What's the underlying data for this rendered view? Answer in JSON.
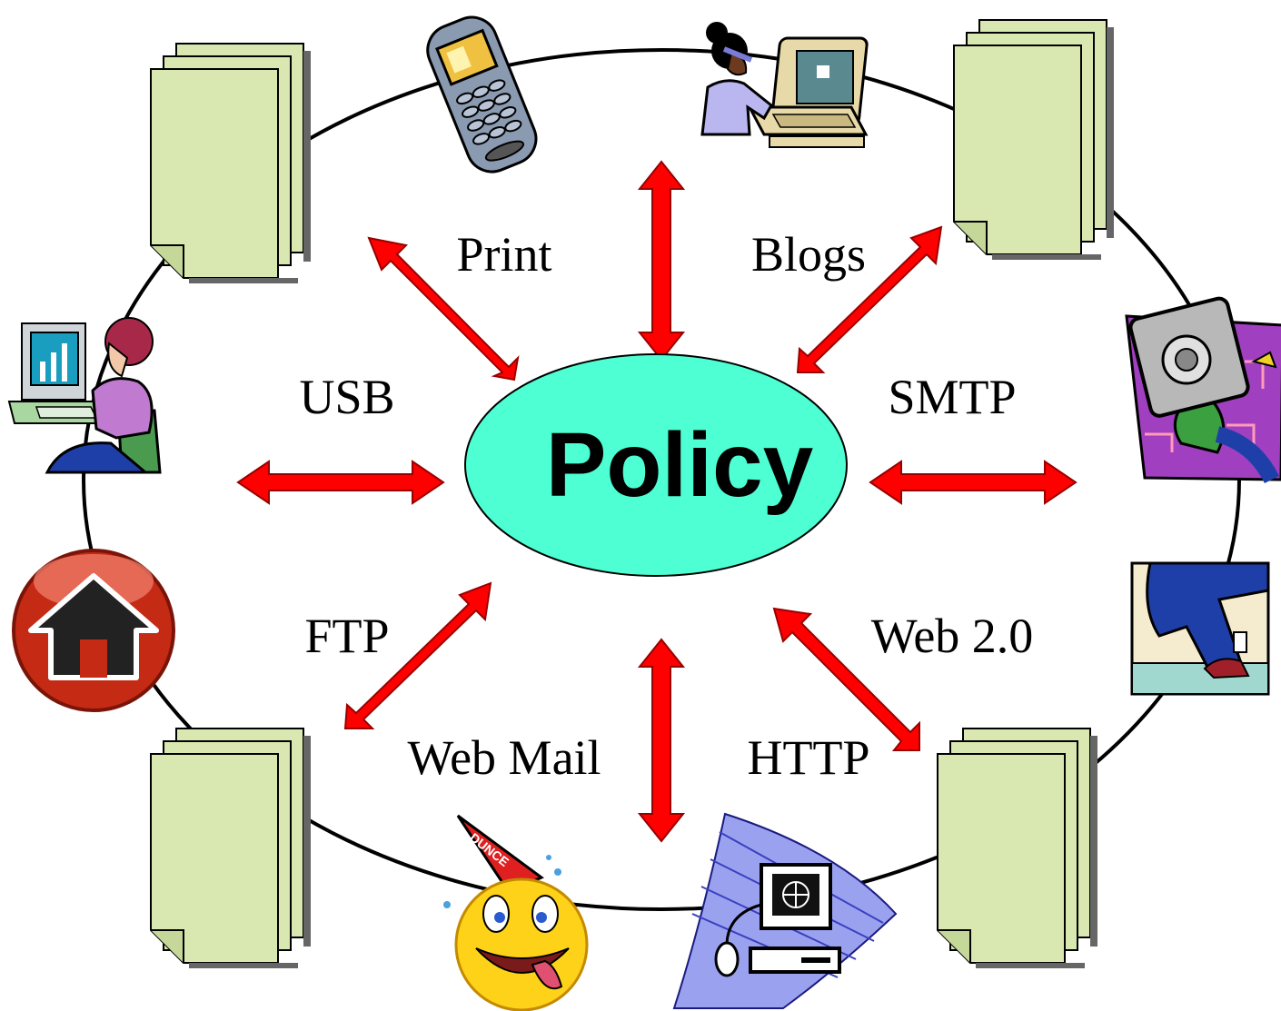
{
  "center": {
    "label": "Policy",
    "fill": "#4dffd2"
  },
  "channels": [
    {
      "name": "print",
      "label": "Print"
    },
    {
      "name": "blogs",
      "label": "Blogs"
    },
    {
      "name": "usb",
      "label": "USB"
    },
    {
      "name": "smtp",
      "label": "SMTP"
    },
    {
      "name": "ftp",
      "label": "FTP"
    },
    {
      "name": "web20",
      "label": "Web 2.0"
    },
    {
      "name": "webmail",
      "label": "Web Mail"
    },
    {
      "name": "http",
      "label": "HTTP"
    }
  ],
  "clipart": {
    "dunce_hat_text": "DUNCE"
  },
  "colors": {
    "arrow": "#ff0000",
    "document": "#d9e8b0",
    "ring": "#000000"
  },
  "icons": [
    "mobile-phone-icon",
    "person-at-computer-icon",
    "woman-at-computer-icon",
    "safe-thief-icon",
    "home-button-icon",
    "legs-kicking-outlet-icon",
    "dunce-smiley-icon",
    "web-computer-icon",
    "document-stack-icon"
  ]
}
